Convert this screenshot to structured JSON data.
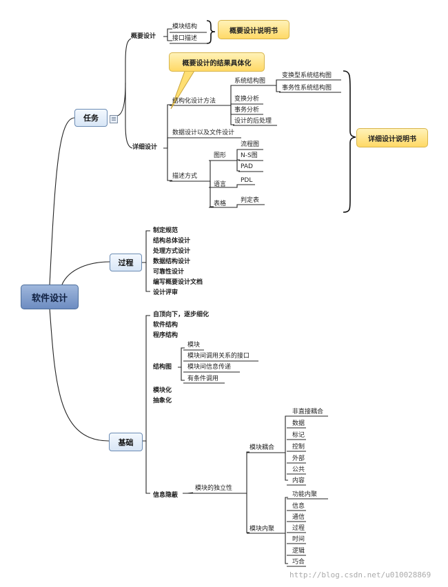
{
  "root": "软件设计",
  "renwu": {
    "label": "任务",
    "gaiyao": {
      "label": "概要设计",
      "items": [
        "模块结构",
        "接口描述"
      ],
      "doc": "概要设计说明书"
    },
    "callout": "概要设计的结果具体化",
    "xiangxi": {
      "label": "详细设计",
      "jiegouhua": {
        "label": "结构化设计方法",
        "xitong": {
          "label": "系统结构图",
          "items": [
            "变换型系统结构图",
            "事务性系统结构图"
          ]
        },
        "others": [
          "变换分析",
          "事务分析",
          "设计的后处理"
        ]
      },
      "shuju": "数据设计以及文件设计",
      "miaoshu": {
        "label": "描述方式",
        "tuxing": {
          "label": "图形",
          "items": [
            "流程图",
            "N-S图",
            "PAD"
          ]
        },
        "yuyan": {
          "label": "语言",
          "items": [
            "PDL"
          ]
        },
        "biaoge": {
          "label": "表格",
          "items": [
            "判定表"
          ]
        }
      },
      "doc": "详细设计说明书"
    }
  },
  "guocheng": {
    "label": "过程",
    "items": [
      "制定规范",
      "结构总体设计",
      "处理方式设计",
      "数据结构设计",
      "可靠性设计",
      "编写概要设计文档",
      "设计评审"
    ]
  },
  "jichu": {
    "label": "基础",
    "items_top": [
      "自顶向下，逐步细化",
      "软件结构",
      "程序结构"
    ],
    "jiegoutu": {
      "label": "结构图",
      "items": [
        "模块",
        "模块间调用关系的接口",
        "模块间信息传递",
        "有条件调用"
      ]
    },
    "items_mid": [
      "模块化",
      "抽象化"
    ],
    "xinxi": {
      "label": "信息隐蔽",
      "duli": {
        "label": "模块的独立性",
        "ouhe": {
          "label": "模块耦合",
          "items": [
            "非直接耦合",
            "数据",
            "标记",
            "控制",
            "外部",
            "公共",
            "内容"
          ]
        },
        "neiju": {
          "label": "模块内聚",
          "items": [
            "功能内聚",
            "信息",
            "通信",
            "过程",
            "时间",
            "逻辑",
            "巧合"
          ]
        }
      }
    }
  },
  "watermark": "http://blog.csdn.net/u010028869"
}
